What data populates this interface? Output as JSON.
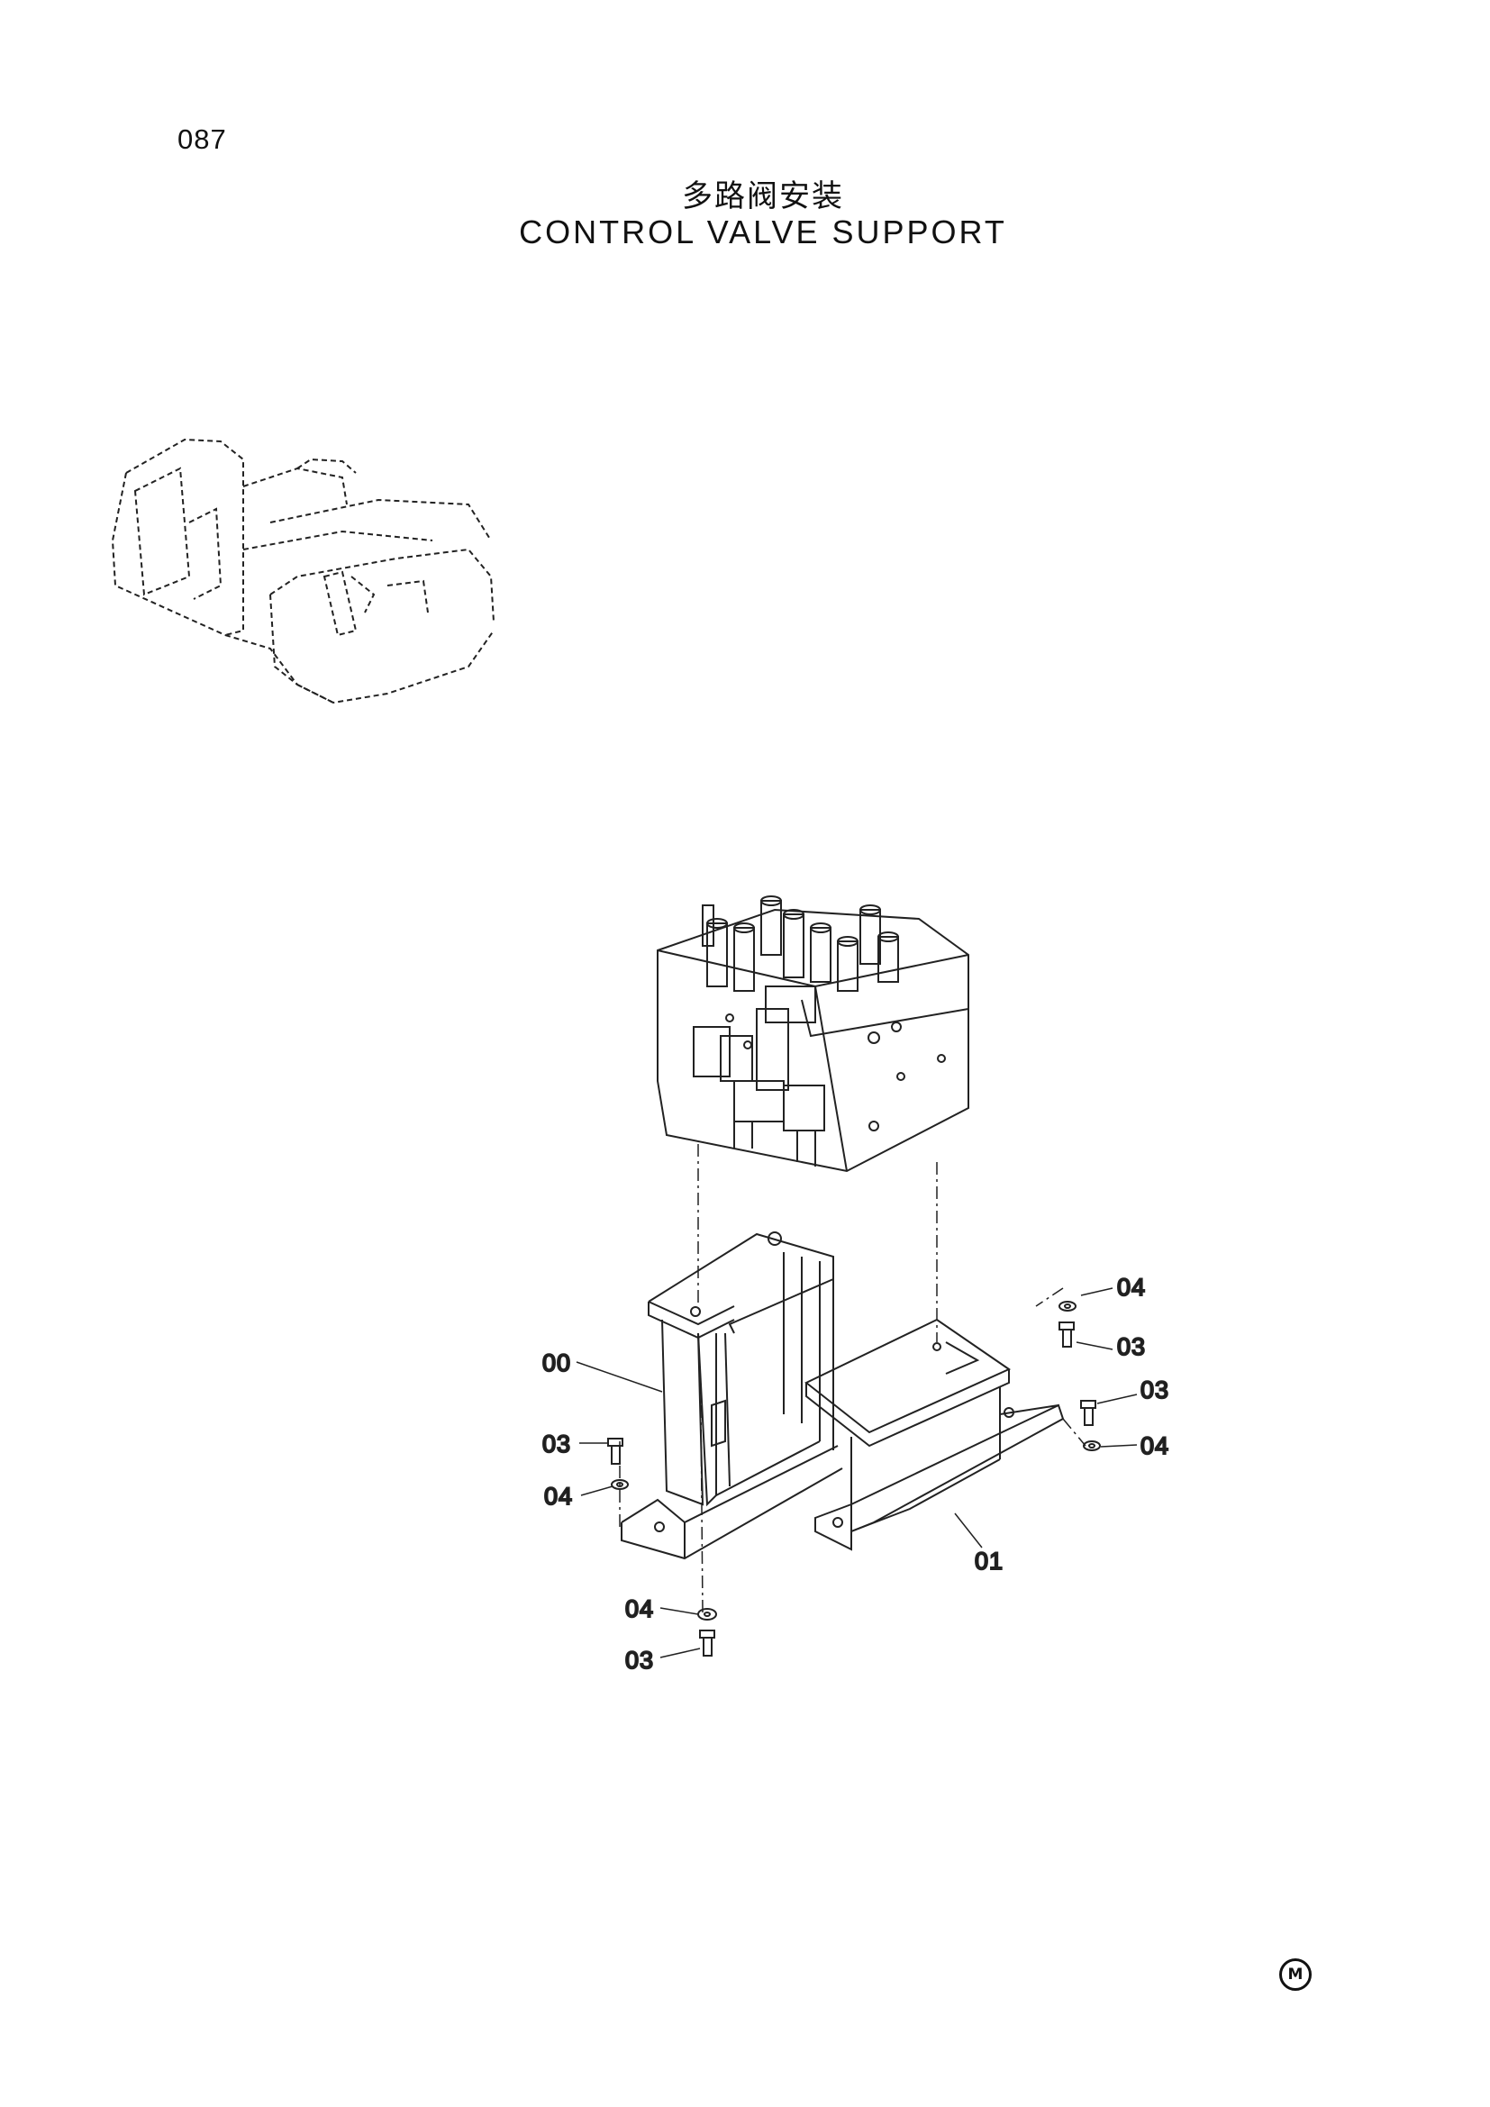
{
  "header": {
    "page_number": "087",
    "title_cn": "多路阀安装",
    "title_en": "CONTROL VALVE SUPPORT"
  },
  "callouts": {
    "part_00": "00",
    "part_01": "01",
    "part_03_a": "03",
    "part_03_b": "03",
    "part_03_c": "03",
    "part_03_d": "03",
    "part_04_a": "04",
    "part_04_b": "04",
    "part_04_c": "04",
    "part_04_d": "04"
  },
  "footer": {
    "mark": "M"
  }
}
